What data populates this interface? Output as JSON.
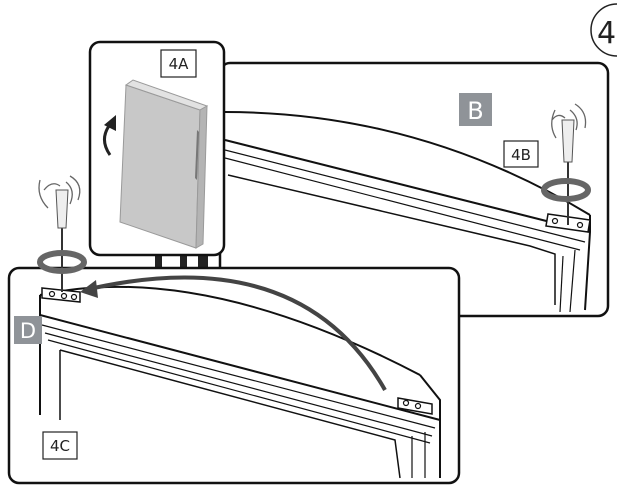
{
  "step": {
    "number": "4"
  },
  "callouts": {
    "a": "4A",
    "b": "4B",
    "c": "4C"
  },
  "badges": {
    "b": "B",
    "d": "D"
  },
  "colors": {
    "badge": "#8f9398",
    "line": "#1a1a1a",
    "door_fill": "#c8c8c8",
    "door_edge": "#9a9a9a",
    "screwdriver_ring": "#6b6b6b"
  },
  "icons": {
    "rotate_arrow": "curved-arrow-icon",
    "move_arrow": "curved-arrow-icon",
    "screwdriver": "screwdriver-icon",
    "hand": "hand-icon"
  }
}
